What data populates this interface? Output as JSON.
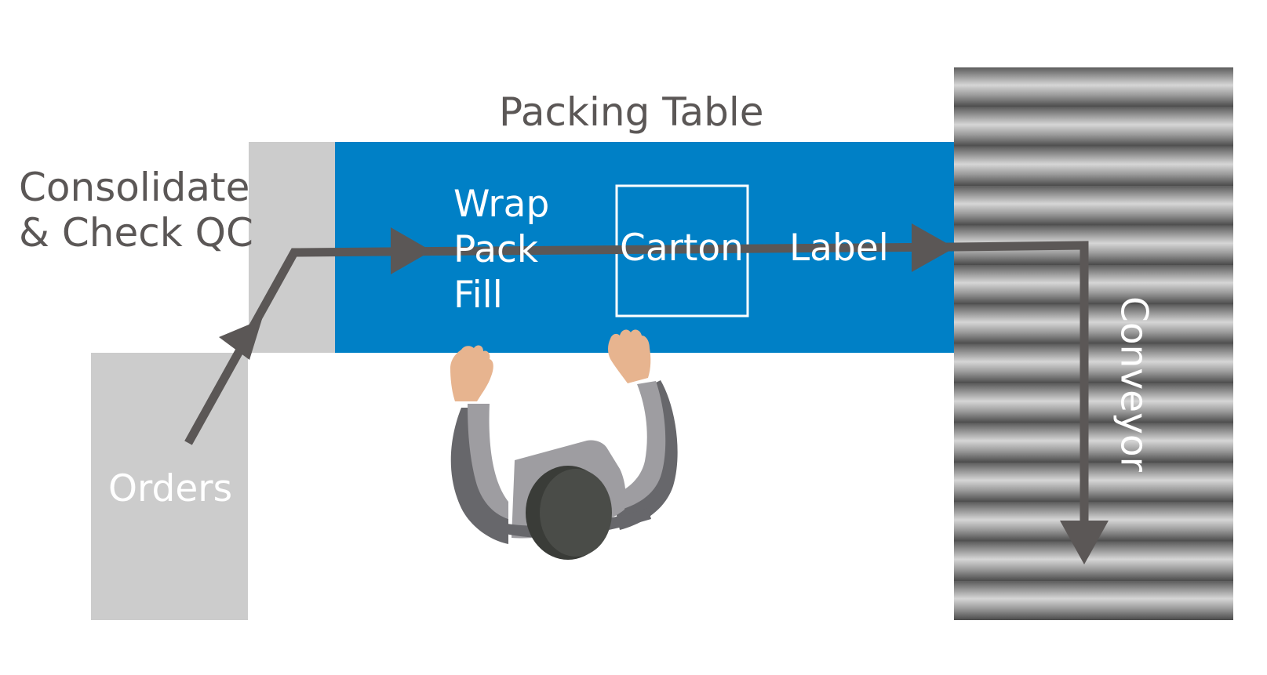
{
  "labels": {
    "packing_table": "Packing Table",
    "consolidate": "Consolidate\n& Check QC",
    "wrap_pack_fill": "Wrap\nPack\nFill",
    "carton": "Carton",
    "label": "Label",
    "orders": "Orders",
    "conveyor": "Conveyor"
  },
  "colors": {
    "table_blue": "#0080c6",
    "light_gray": "#cccccc",
    "arrow_gray": "#5b5756",
    "skin": "#e7b48f",
    "shirt": "#9e9da1",
    "shirt_dark": "#67676b",
    "head": "#4a4c48",
    "head_dark": "#3a3c38"
  },
  "icons": {
    "worker": "person-top-view-icon",
    "conveyor": "roller-conveyor-icon"
  }
}
